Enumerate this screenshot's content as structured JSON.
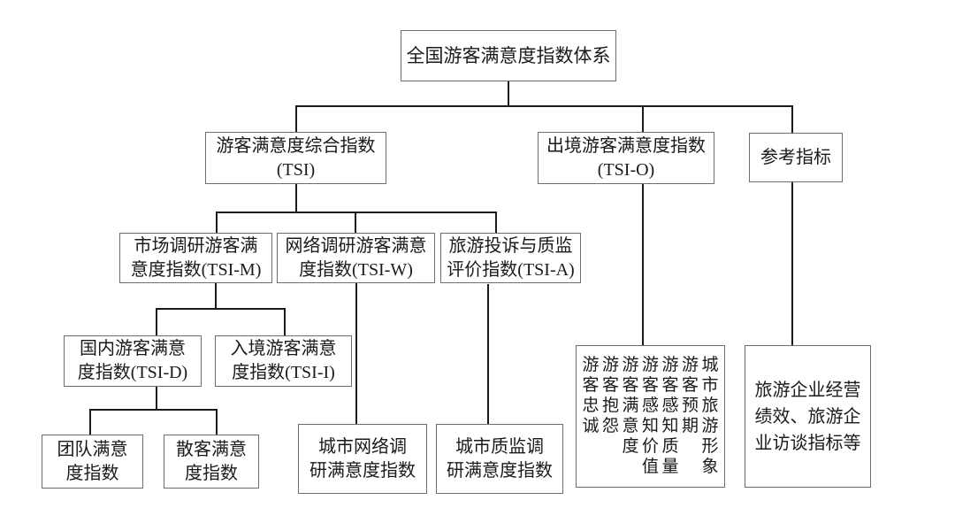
{
  "nodes": {
    "root": {
      "label": "全国游客满意度指数体系"
    },
    "tsi": {
      "label": "游客满意度综合指数\n(TSI)"
    },
    "tsi_o": {
      "label": "出境游客满意度指数\n(TSI-O)"
    },
    "reference": {
      "label": "参考指标"
    },
    "tsi_m": {
      "label": "市场调研游客满\n意度指数(TSI-M)"
    },
    "tsi_w": {
      "label": "网络调研游客满意\n度指数(TSI-W)"
    },
    "tsi_a": {
      "label": "旅游投诉与质监\n评价指数(TSI-A)"
    },
    "tsi_d": {
      "label": "国内游客满意\n度指数(TSI-D)"
    },
    "tsi_i": {
      "label": "入境游客满意\n度指数(TSI-I)"
    },
    "team": {
      "label": "团队满意\n度指数"
    },
    "individual": {
      "label": "散客满意\n度指数"
    },
    "city_web": {
      "label": "城市网络调\n研满意度指数"
    },
    "city_quality": {
      "label": "城市质监调\n研满意度指数"
    },
    "reference_detail": {
      "label": "旅游企业经营\n绩效、旅游企\n业访谈指标等"
    }
  },
  "tsio_factors": {
    "items": [
      "游客忠诚",
      "游客抱怨",
      "游客满意度",
      "游客感知价值",
      "游客感知质量",
      "游客预期",
      "城市旅游形象"
    ]
  },
  "colors": {
    "background": "#ffffff",
    "box_border": "#6e6e6e",
    "connector": "#1a1a1a",
    "text": "#1a1a1a"
  }
}
